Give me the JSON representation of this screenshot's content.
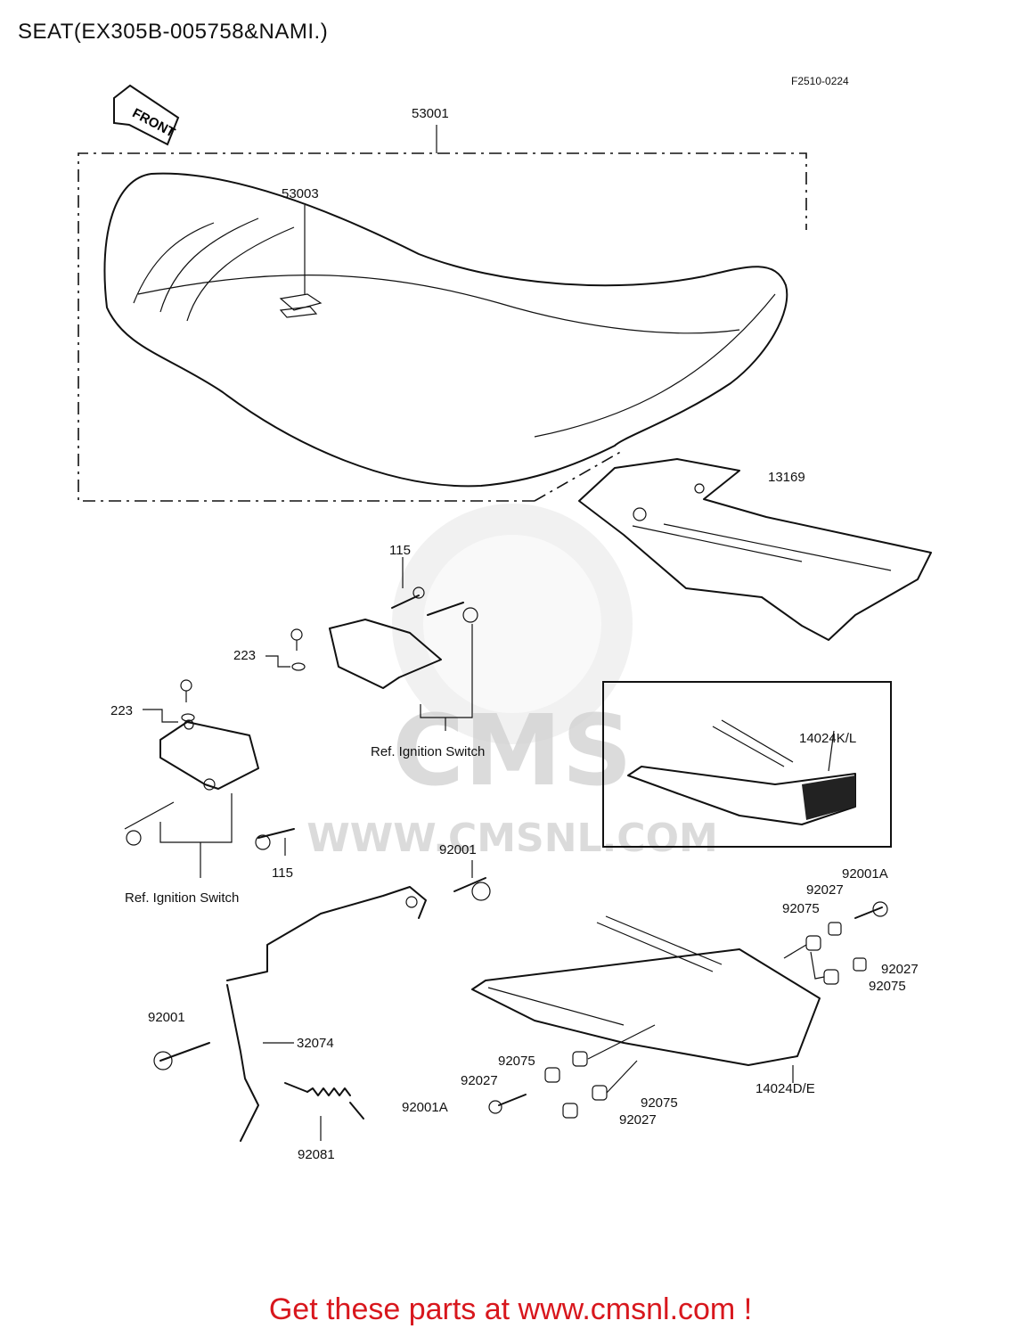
{
  "title": "SEAT(EX305B-005758&NAMI.)",
  "drawing_code": "F2510-0224",
  "front_arrow_label": "FRONT",
  "watermark": {
    "brand": "CMS",
    "url": "WWW.CMSNL.COM"
  },
  "labels": {
    "seat_assy": "53001",
    "emblem": "53003",
    "bracket": "13169",
    "bolt_top": "115",
    "screw_a": "223",
    "screw_b": "223",
    "bolt_bottom": "115",
    "ref_ignition_1": "Ref. Ignition Switch",
    "ref_ignition_2": "Ref. Ignition Switch",
    "grip_small": "14024K/L",
    "bolt_92001_top": "92001",
    "bolt_92001a_right": "92001A",
    "collar_92027_a": "92027",
    "damper_92075_a": "92075",
    "collar_92027_b": "92027",
    "damper_92075_b": "92075",
    "bolt_92001_left": "92001",
    "rod_32074": "32074",
    "damper_92075_c": "92075",
    "collar_92027_c": "92027",
    "bolt_92001a_left": "92001A",
    "grip_main": "14024D/E",
    "damper_92075_d": "92075",
    "collar_92027_d": "92027",
    "spring_92081": "92081"
  },
  "footer": "Get these parts at www.cmsnl.com !"
}
